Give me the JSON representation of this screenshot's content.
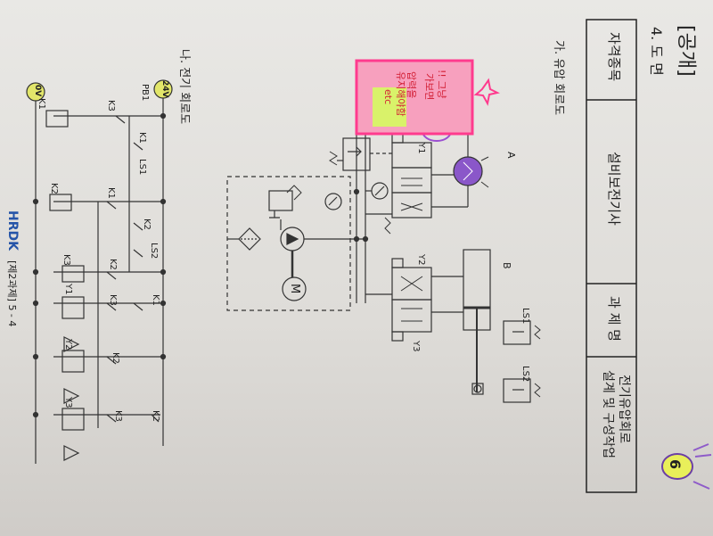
{
  "header": {
    "public_title": "[공개]",
    "section": "4. 도 면",
    "table": {
      "col1": "자격종목",
      "col2": "설비보전기사",
      "col3": "과 제 명",
      "col4_line1": "전기유압회로",
      "col4_line2": "설계 및 구성작업"
    },
    "page_badge": "6"
  },
  "sections": {
    "hydraulic": "가. 유압 회로도",
    "electric": "나. 전기 회로도"
  },
  "note": {
    "line1": "!! 그냥",
    "line2": "가보면",
    "line3": "압력을",
    "line4": "유지해야함",
    "line5": "etc"
  },
  "hydraulic_labels": {
    "A": "A",
    "B": "B",
    "Y1": "Y1",
    "Y2": "Y2",
    "Y3": "Y3",
    "LS1": "LS1",
    "LS2": "LS2",
    "M": "M"
  },
  "electric_labels": {
    "v24": "24V",
    "v0": "0V",
    "PB1": "PB1",
    "LS1": "LS1",
    "LS2": "LS2",
    "K1": "K1",
    "K2": "K2",
    "K3": "K3",
    "Y1": "Y1",
    "Y2": "Y2",
    "Y3": "Y3"
  },
  "footer": {
    "brand": "HRDK",
    "page": "[제2과제] 5 - 4"
  }
}
